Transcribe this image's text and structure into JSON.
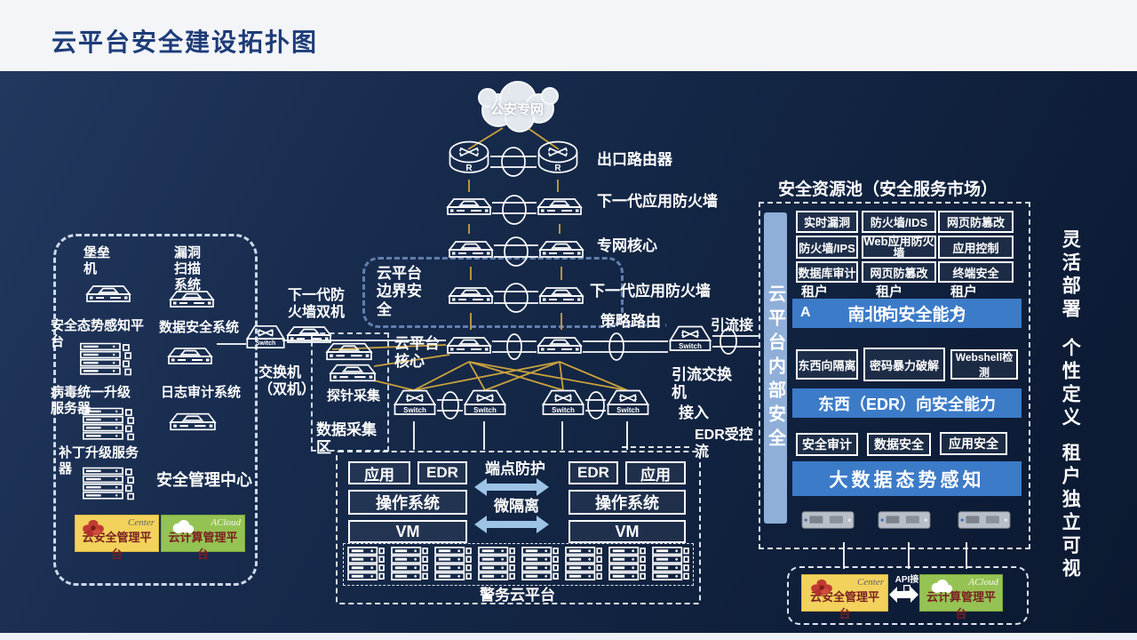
{
  "title": "云平台安全建设拓扑图",
  "network": {
    "cloud": "公安专网",
    "exit_router": "出口路由器",
    "ngfw_top": "下一代应用防火墙",
    "private_core": "专网核心",
    "boundary_zone": "云平台边界安全",
    "ngfw_inner": "下一代应用防火墙",
    "policy_route": "策略路由",
    "diversion_tap": "引流接",
    "cloud_core": "云平台核心",
    "diversion_switch": "引流交换机",
    "access": "接入",
    "edr_flow": "EDR受控流",
    "fw_dual": "下一代防火墙双机",
    "switch_dual": "交换机（双机）",
    "probe": "探针采集",
    "data_zone": "数据采集区",
    "r": "R",
    "switch": "Switch"
  },
  "left_panel": {
    "bastion": "堡垒机",
    "vuln_scan": "漏洞扫描系统",
    "situation": "安全态势感知平台",
    "data_sec": "数据安全系统",
    "virus_upgrade": "病毒统一升级服务器",
    "log_audit": "日志审计系统",
    "patch_upgrade": "补丁升级服务器",
    "sec_center": "安全管理中心",
    "sec_mgmt": {
      "brand": "Center",
      "label": "云安全管理平台"
    },
    "compute_mgmt": {
      "brand": "ACloud",
      "label": "云计算管理平台"
    }
  },
  "police_cloud": {
    "label": "警务云平台",
    "app": "应用",
    "edr": "EDR",
    "os": "操作系统",
    "vm": "VM",
    "endpoint": "端点防护",
    "micro_seg": "微隔离"
  },
  "pool": {
    "title": "安全资源池（安全服务市场）",
    "side": "云平台内部安全",
    "grid": [
      [
        "实时漏洞",
        "防火墙/IDS",
        "网页防篡改"
      ],
      [
        "防火墙/IPS",
        "Web应用防火墙",
        "应用控制"
      ],
      [
        "数据库审计",
        "网页防篡改",
        "终端安全"
      ]
    ],
    "tenant": "租户",
    "letters": [
      "A",
      "B",
      "C"
    ],
    "bar_ns": "南北向安全能力",
    "mid": [
      "东西向隔离",
      "密码暴力破解",
      "Webshell检测"
    ],
    "bar_ew": "东西（EDR）向安全能力",
    "low": [
      "安全审计",
      "数据安全",
      "应用安全"
    ],
    "bar_big": "大数据态势感知",
    "api": "API接口",
    "sec_mgmt": {
      "brand": "Center",
      "label": "云安全管理平台"
    },
    "compute_mgmt": {
      "brand": "ACloud",
      "label": "云计算管理平台"
    }
  },
  "slogans": [
    "灵活部署",
    "个性定义",
    "租户独立可视"
  ],
  "colors": {
    "accent_bar": "#3c7bc8",
    "side_bar": "#8fafd8",
    "gold_line": "#c9a23d",
    "yellow_box": "#f2d25c",
    "green_box": "#95c353",
    "title_blue": "#1e3c78"
  }
}
